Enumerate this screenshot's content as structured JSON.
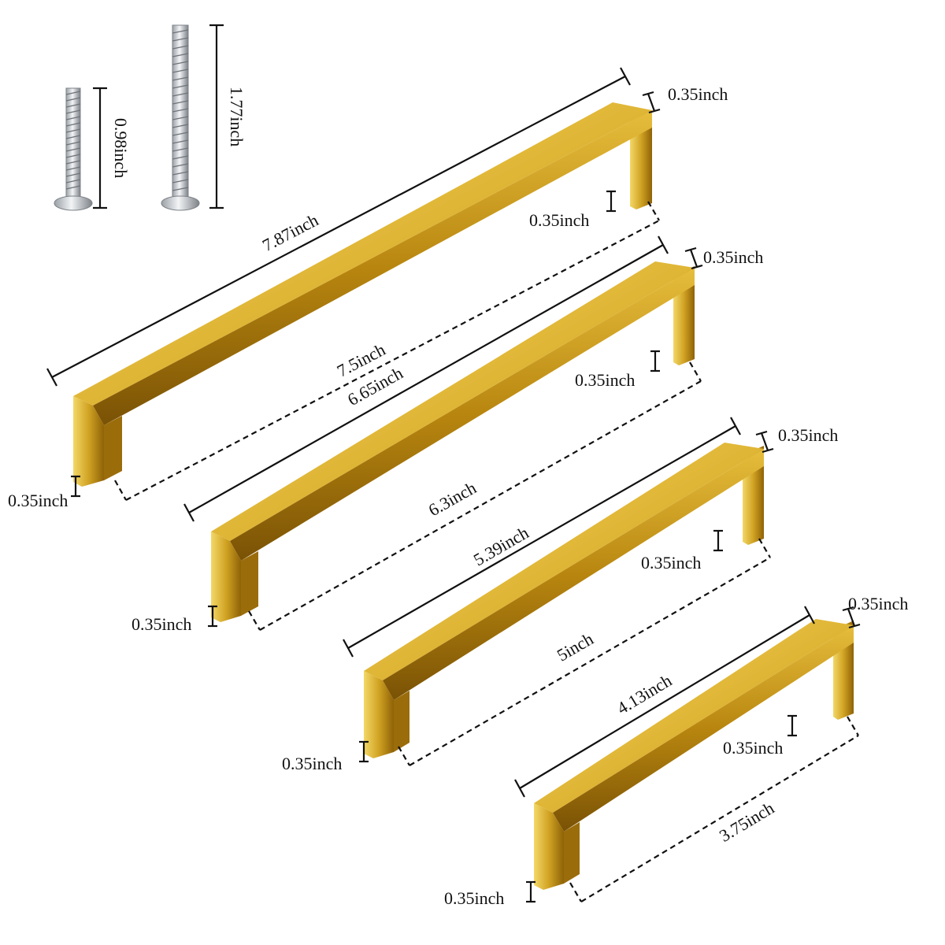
{
  "colors": {
    "gold_light": "#f6e27a",
    "gold_mid": "#d8ac26",
    "gold_dark": "#8a5e06",
    "screw_light": "#eef0f2",
    "screw_dark": "#8c9096",
    "line": "#111111"
  },
  "screws": {
    "short_length": "0.98inch",
    "long_length": "1.77inch"
  },
  "handles": [
    {
      "overall_length": "7.87inch",
      "hole_spacing": "7.5inch",
      "bar_width": "0.35inch",
      "leg_width": "0.35inch",
      "foot_width": "0.35inch"
    },
    {
      "overall_length": "6.65inch",
      "hole_spacing": "6.3inch",
      "bar_width": "0.35inch",
      "leg_width": "0.35inch",
      "foot_width": "0.35inch"
    },
    {
      "overall_length": "5.39inch",
      "hole_spacing": "5inch",
      "bar_width": "0.35inch",
      "leg_width": "0.35inch",
      "foot_width": "0.35inch"
    },
    {
      "overall_length": "4.13inch",
      "hole_spacing": "3.75inch",
      "bar_width": "0.35inch",
      "leg_width": "0.35inch",
      "foot_width": "0.35inch"
    }
  ]
}
